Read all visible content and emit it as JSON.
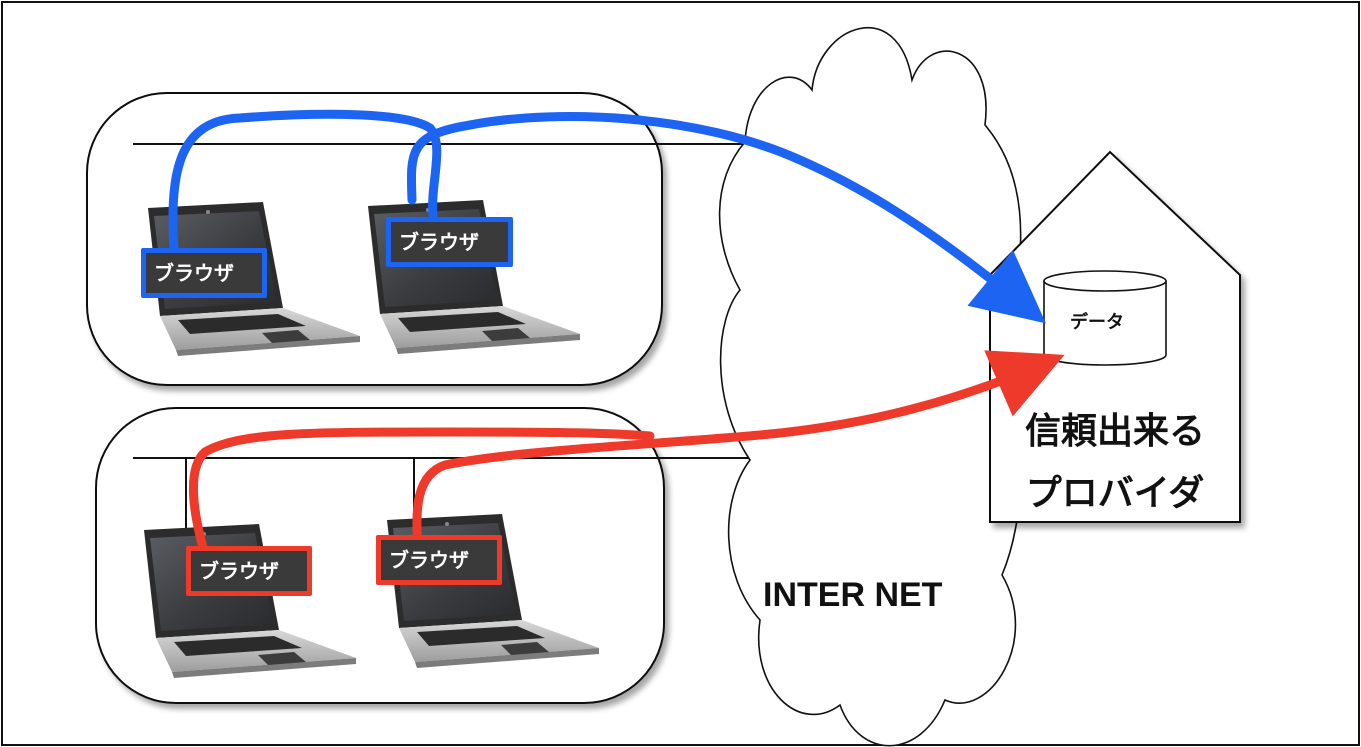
{
  "diagram": {
    "internet_label": "INTER NET",
    "provider": {
      "line1": "信頼出来る",
      "line2": "プロバイダ",
      "database_label": "データ"
    },
    "browsers": [
      {
        "label": "ブラウザ",
        "group": "top",
        "color": "blue"
      },
      {
        "label": "ブラウザ",
        "group": "top",
        "color": "blue"
      },
      {
        "label": "ブラウザ",
        "group": "bottom",
        "color": "red"
      },
      {
        "label": "ブラウザ",
        "group": "bottom",
        "color": "red"
      }
    ],
    "colors": {
      "blue_connection": "#1d64f2",
      "red_connection": "#ee3a2a",
      "label_background": "#3a3a3a"
    }
  }
}
